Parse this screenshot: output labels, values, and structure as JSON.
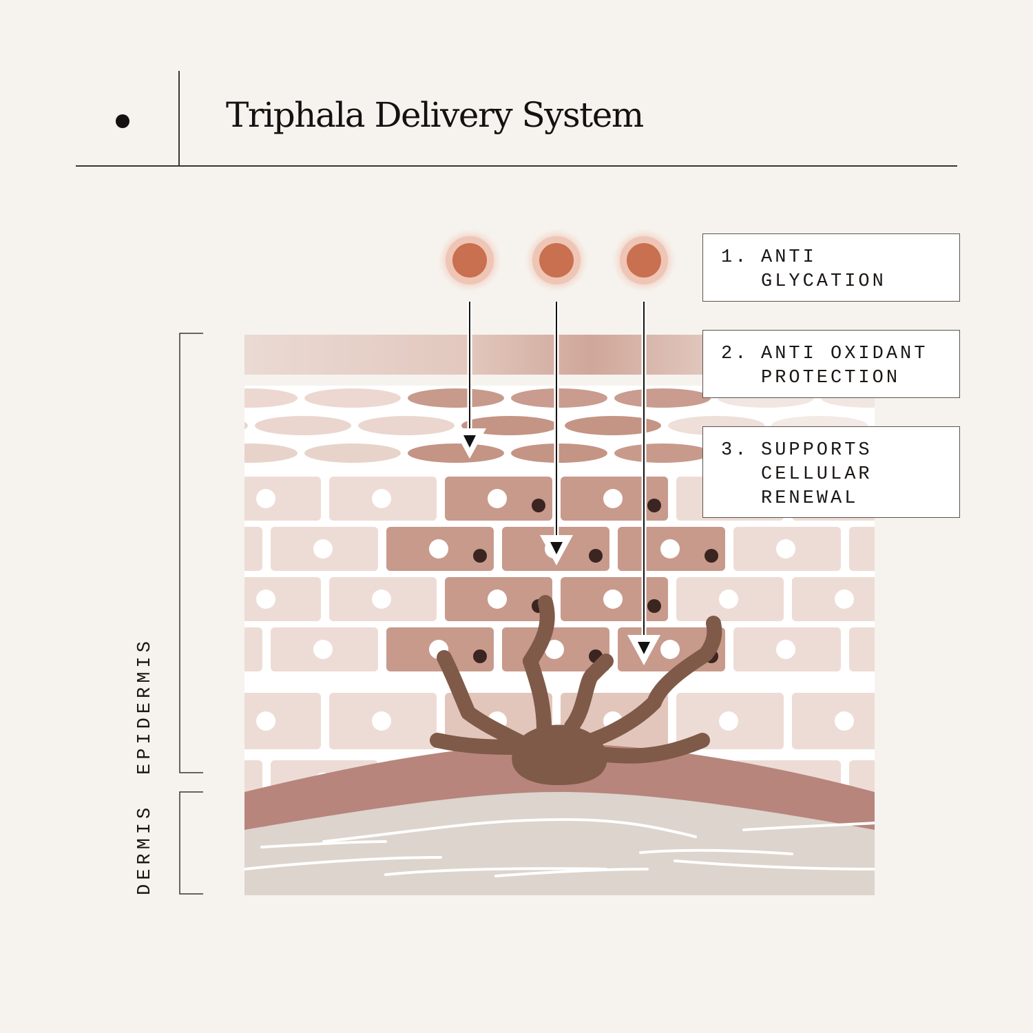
{
  "title": "Triphala Delivery System",
  "callouts": [
    {
      "number": "1.",
      "text": "ANTI\nGLYCATION"
    },
    {
      "number": "2.",
      "text": "ANTI OXIDANT\nPROTECTION"
    },
    {
      "number": "3.",
      "text": "SUPPORTS\nCELLULAR\nRENEWAL"
    }
  ],
  "layers": {
    "epidermis": "EPIDERMIS",
    "dermis": "DERMIS"
  },
  "colors": {
    "background": "#f6f3ef",
    "particle": "#c8704f",
    "melanocyte": "#7f5a48",
    "basal_layer": "#b7857c",
    "dermis": "#dcd4cd"
  }
}
